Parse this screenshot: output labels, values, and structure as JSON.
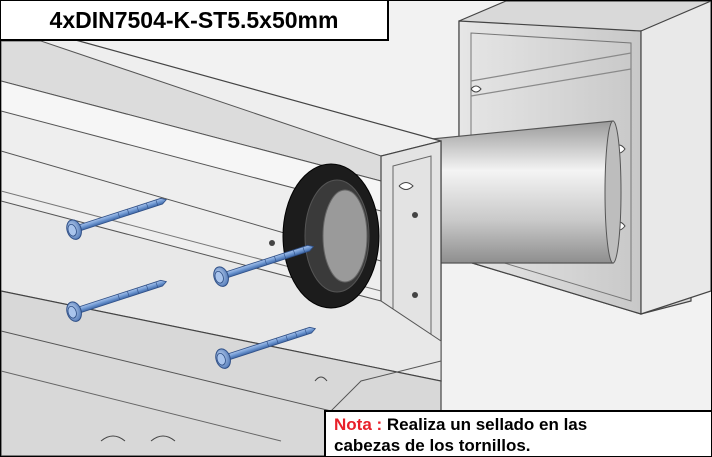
{
  "part_label": "4xDIN7504-K-ST5.5x50mm",
  "note": {
    "prefix": "Nota :",
    "line1": "Realiza un sellado en las",
    "line2": "cabezas de los tornillos."
  },
  "colors": {
    "screw": "#6f98d2",
    "gasket": "#1c1c1c",
    "note_prefix": "#e8202a"
  },
  "icons": {
    "screw": "screw-icon",
    "gasket": "gasket-ring-icon"
  }
}
